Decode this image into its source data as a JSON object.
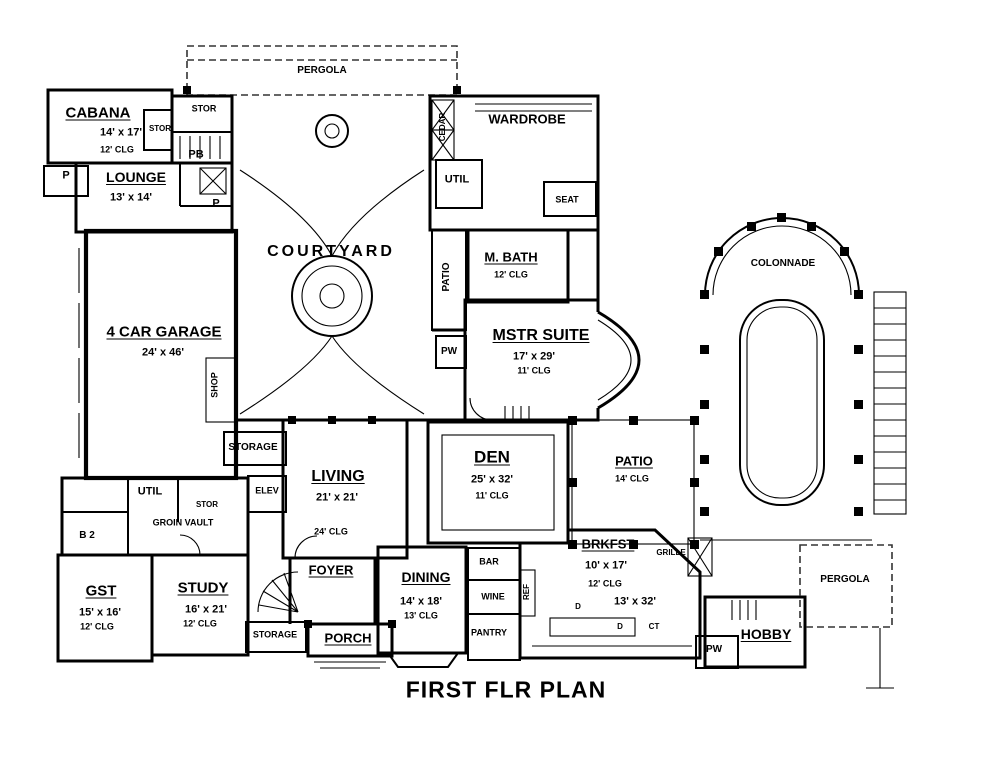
{
  "colors": {
    "ink": "#000000",
    "paper": "#ffffff"
  },
  "title": "FIRST FLR PLAN",
  "rooms": {
    "pergola_top": {
      "name": "PERGOLA"
    },
    "cabana": {
      "name": "CABANA",
      "dims": "14' x 17'",
      "clg": "12' CLG"
    },
    "stor_a": {
      "name": "STOR"
    },
    "stor_b": {
      "name": "STOR"
    },
    "stor_c": {
      "name": "STOR"
    },
    "pb": {
      "name": "PB"
    },
    "p_left": {
      "name": "P"
    },
    "p_mid": {
      "name": "P"
    },
    "lounge": {
      "name": "LOUNGE",
      "dims": "13' x 14'"
    },
    "courtyard": {
      "name": "COURTYARD"
    },
    "cedar": {
      "name": "CEDAR"
    },
    "wardrobe": {
      "name": "WARDROBE"
    },
    "util_top": {
      "name": "UTIL"
    },
    "seat": {
      "name": "SEAT"
    },
    "mbath": {
      "name": "M. BATH",
      "clg": "12' CLG"
    },
    "patio_corridor": {
      "name": "PATIO"
    },
    "pw_top": {
      "name": "PW"
    },
    "mstr": {
      "name": "MSTR SUITE",
      "dims": "17' x 29'",
      "clg": "11' CLG"
    },
    "colonnade": {
      "name": "COLONNADE"
    },
    "garage": {
      "name": "4 CAR GARAGE",
      "dims": "24' x 46'"
    },
    "shop": {
      "name": "SHOP"
    },
    "storage_mid": {
      "name": "STORAGE"
    },
    "living": {
      "name": "LIVING",
      "dims": "21' x 21'",
      "clg": "24' CLG"
    },
    "den": {
      "name": "DEN",
      "dims": "25' x 32'",
      "clg": "11' CLG"
    },
    "patio_right": {
      "name": "PATIO",
      "clg": "14' CLG"
    },
    "util_left": {
      "name": "UTIL"
    },
    "elev": {
      "name": "ELEV"
    },
    "groin_vault": {
      "name": "GROIN VAULT"
    },
    "b2": {
      "name": "B 2"
    },
    "gst": {
      "name": "GST",
      "dims": "15' x 16'",
      "clg": "12' CLG"
    },
    "study": {
      "name": "STUDY",
      "dims": "16' x 21'",
      "clg": "12' CLG"
    },
    "foyer": {
      "name": "FOYER"
    },
    "storage_bottom": {
      "name": "STORAGE"
    },
    "porch": {
      "name": "PORCH"
    },
    "dining": {
      "name": "DINING",
      "dims": "14' x 18'",
      "clg": "13' CLG"
    },
    "bar": {
      "name": "BAR"
    },
    "wine": {
      "name": "WINE"
    },
    "pantry": {
      "name": "PANTRY"
    },
    "ref": {
      "name": "REF"
    },
    "brkfst": {
      "name": "BRKFST",
      "dims": "10' x 17'",
      "clg": "12' CLG"
    },
    "kitchen": {
      "dims": "13' x 32'"
    },
    "grille": {
      "name": "GRILLE"
    },
    "pergola_right": {
      "name": "PERGOLA"
    },
    "hobby": {
      "name": "HOBBY"
    },
    "pw_bottom": {
      "name": "PW"
    }
  },
  "appliances": {
    "d1": "D",
    "d2": "D",
    "ct": "CT"
  }
}
